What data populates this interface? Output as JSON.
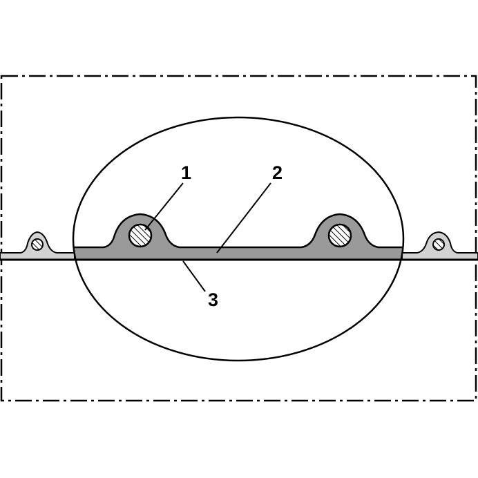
{
  "diagram": {
    "callouts": [
      {
        "number": "1"
      },
      {
        "number": "2"
      },
      {
        "number": "3"
      }
    ]
  },
  "colors": {
    "outline": "#000000",
    "wall_inside": "#9a9a9a",
    "wall_outside": "#d2d2d2",
    "background": "#ffffff"
  }
}
